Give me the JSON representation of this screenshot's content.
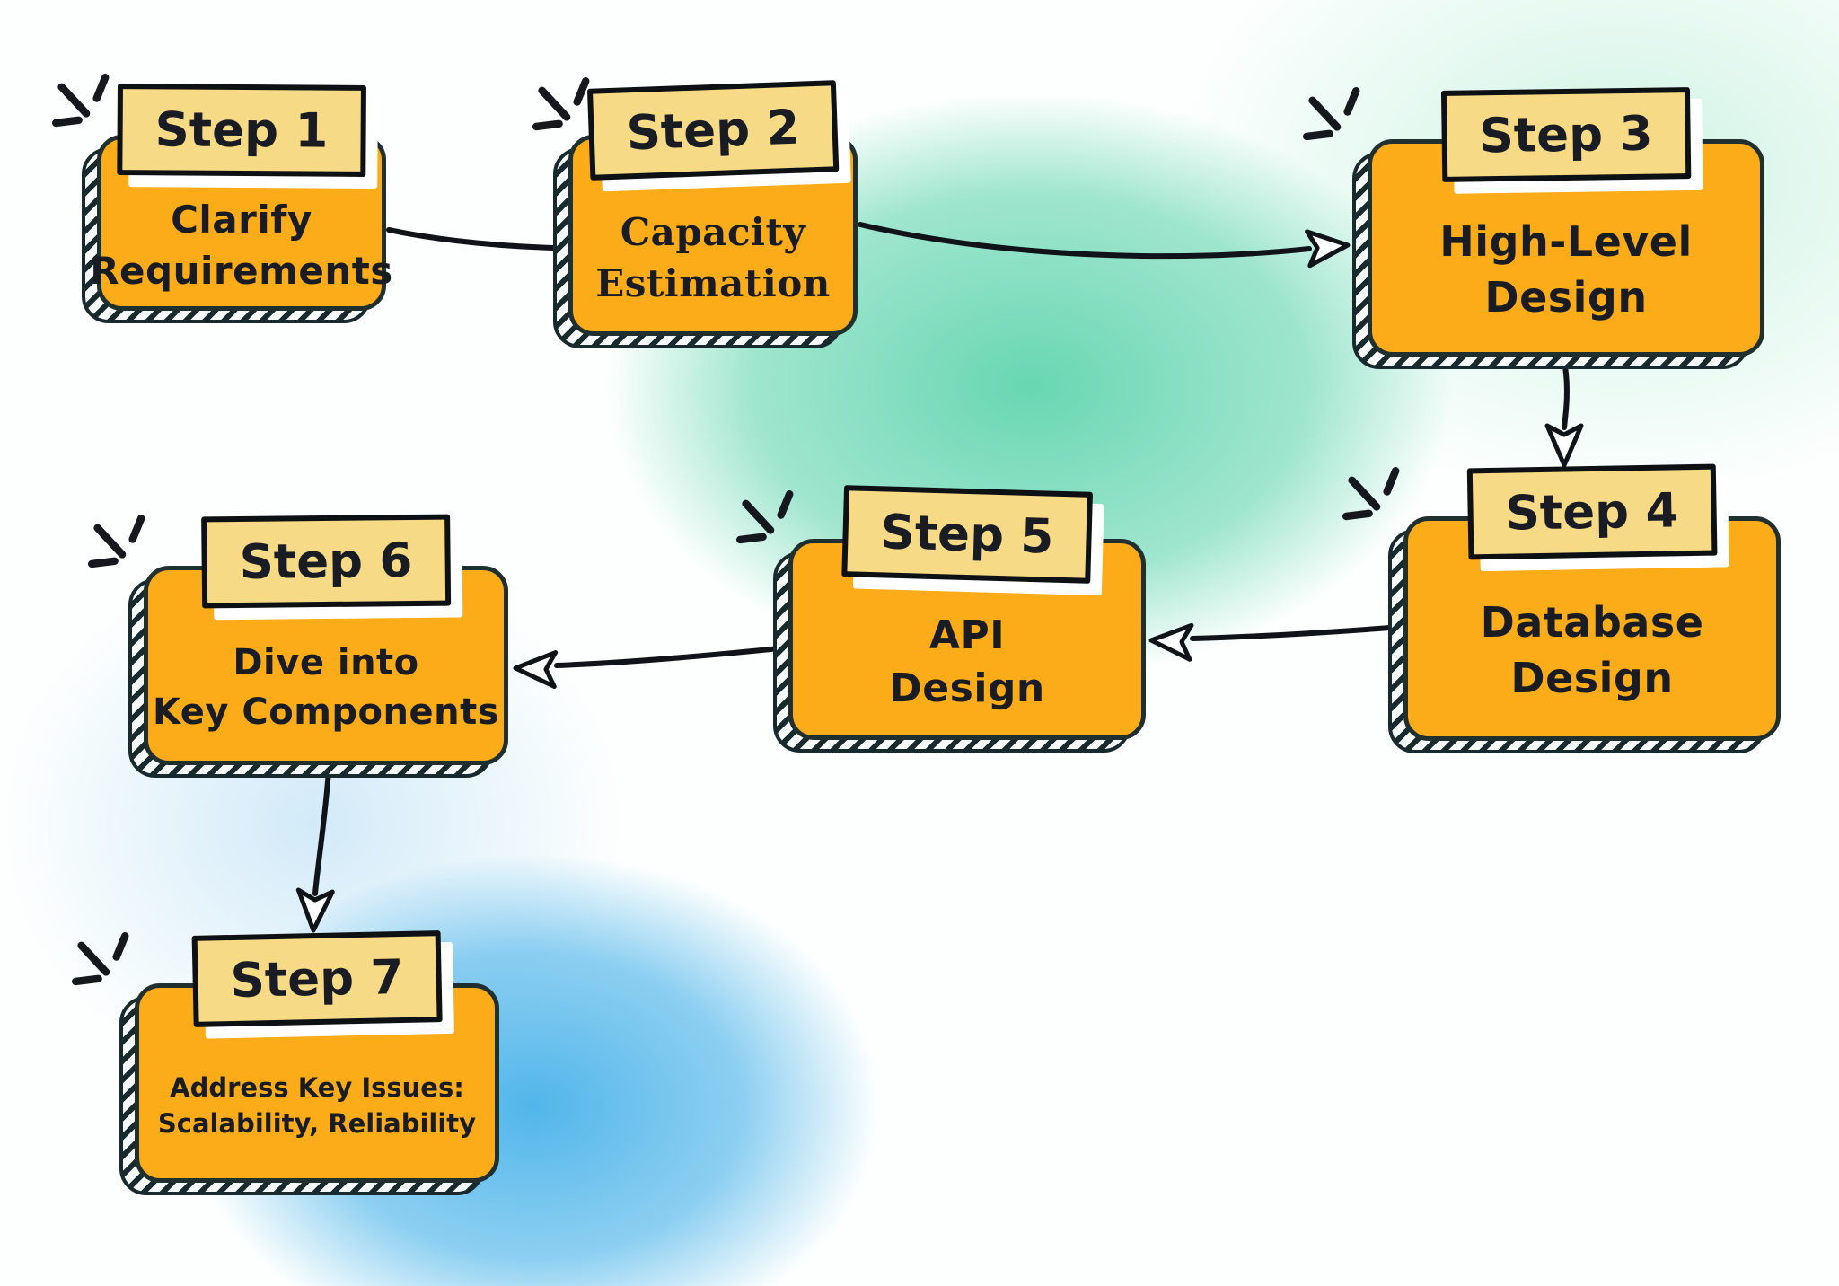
{
  "steps": [
    {
      "label": "Step 1",
      "lines": [
        "Clarify",
        "Requirements"
      ]
    },
    {
      "label": "Step 2",
      "lines": [
        "Capacity",
        "Estimation"
      ]
    },
    {
      "label": "Step 3",
      "lines": [
        "High-Level",
        "Design"
      ]
    },
    {
      "label": "Step 4",
      "lines": [
        "Database",
        "Design"
      ]
    },
    {
      "label": "Step 5",
      "lines": [
        "API",
        "Design"
      ]
    },
    {
      "label": "Step 6",
      "lines": [
        "Dive into",
        "Key Components"
      ]
    },
    {
      "label": "Step 7",
      "lines": [
        "Address Key Issues:",
        "Scalability, Reliability"
      ]
    }
  ],
  "connections": [
    {
      "from": "Step 1",
      "to": "Step 2"
    },
    {
      "from": "Step 2",
      "to": "Step 3"
    },
    {
      "from": "Step 3",
      "to": "Step 4"
    },
    {
      "from": "Step 4",
      "to": "Step 5"
    },
    {
      "from": "Step 5",
      "to": "Step 6"
    },
    {
      "from": "Step 6",
      "to": "Step 7"
    }
  ],
  "colors": {
    "box": "#FBAC18",
    "banner": "#F6DA86",
    "outline": "#20302F",
    "banner_outline": "#0E1113",
    "hatch": "#182A2E",
    "ink": "#191D23",
    "bg_mint": "#62D5AF",
    "bg_blue": "#48B2E9"
  }
}
